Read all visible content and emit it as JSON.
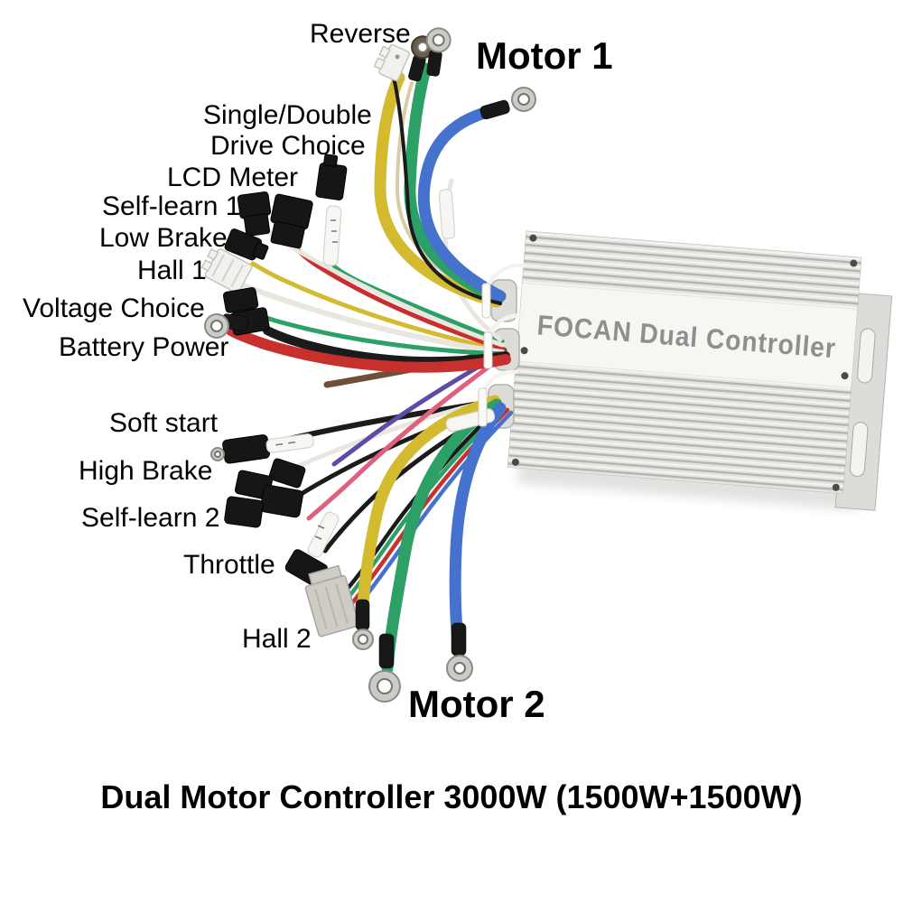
{
  "device": {
    "label": "FOCAN Dual Controller",
    "caption": "Dual Motor Controller 3000W (1500W+1500W)"
  },
  "labels": {
    "reverse": "Reverse",
    "motor1": "Motor 1",
    "single_double_line1": "Single/Double",
    "single_double_line2": "Drive Choice",
    "lcd_meter": "LCD Meter",
    "self_learn_1": "Self-learn 1",
    "low_brake": "Low Brake",
    "hall_1": "Hall 1",
    "voltage_choice": "Voltage Choice",
    "battery_power": "Battery Power",
    "soft_start": "Soft start",
    "high_brake": "High Brake",
    "self_learn_2": "Self-learn 2",
    "throttle": "Throttle",
    "hall_2": "Hall 2",
    "motor2": "Motor 2"
  },
  "colors": {
    "wire_yellow": "#d4ba2e",
    "wire_green": "#2ca065",
    "wire_blue": "#4472cc",
    "wire_red": "#c8302e",
    "wire_black": "#1b1b1b",
    "wire_white": "#e9e6e0",
    "wire_pink": "#df5f7d",
    "wire_purple": "#5f4ba6",
    "wire_brown": "#6e4f3a",
    "wire_beige": "#d8cda4",
    "connector_black": "#161616",
    "connector_white": "#f2f1ec",
    "connector_grey": "#cfccc6",
    "metal_light": "#e8e8e5",
    "metal_ring": "#cbcbc7",
    "device_text": "#8f8f8f",
    "label_text": "#000000"
  }
}
